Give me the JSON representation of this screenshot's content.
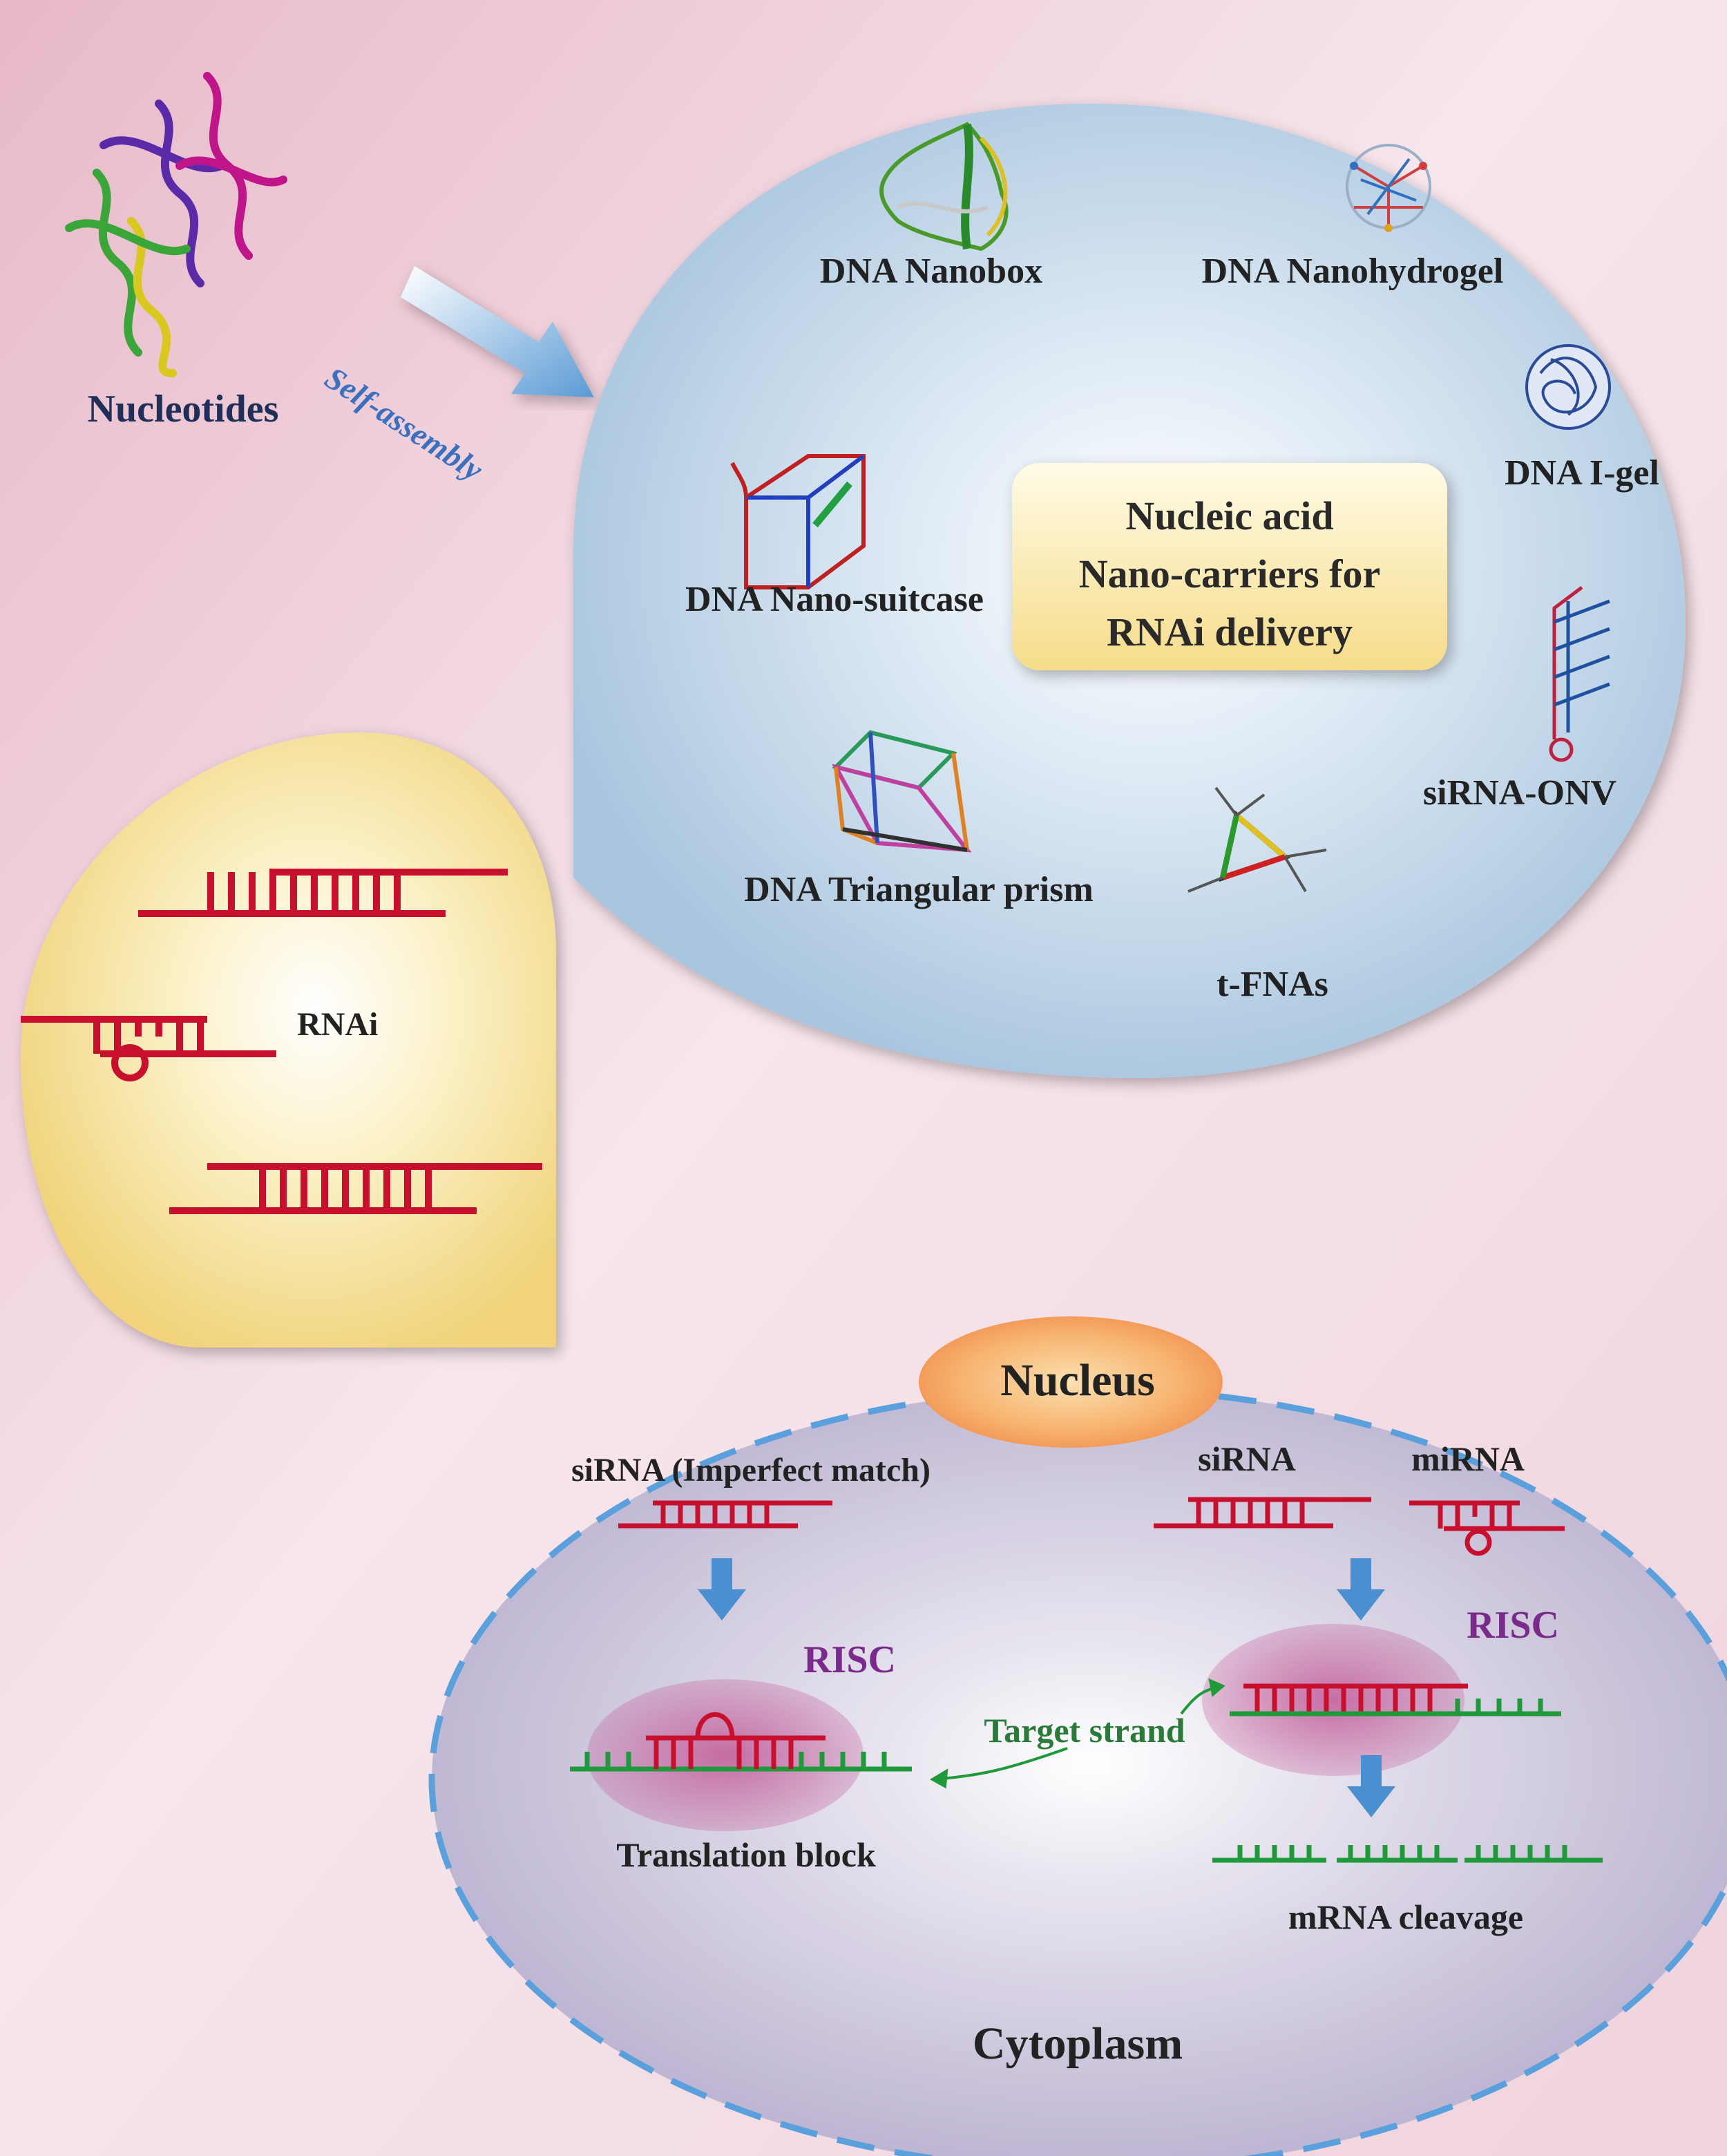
{
  "nucleotides": {
    "label": "Nucleotides"
  },
  "arrow": {
    "label": "Self-assembly"
  },
  "carriers": {
    "center_lines": [
      "Nucleic acid",
      "Nano-carriers for",
      "RNAi delivery"
    ],
    "items": {
      "nanobox": "DNA Nanobox",
      "nanohydrogel": "DNA Nanohydrogel",
      "igel": "DNA I-gel",
      "suitcase": "DNA Nano-suitcase",
      "onv": "siRNA-ONV",
      "prism": "DNA Triangular  prism",
      "tfna": "t-FNAs"
    }
  },
  "rnai": {
    "label": "RNAi"
  },
  "cell": {
    "nucleus": "Nucleus",
    "sirna_imperfect": "siRNA (Imperfect  match)",
    "sirna": "siRNA",
    "mirna": "miRNA",
    "risc_left": "RISC",
    "risc_right": "RISC",
    "target_strand": "Target  strand",
    "translation_block": "Translation  block",
    "mrna_cleavage": "mRNA cleavage",
    "cytoplasm": "Cytoplasm"
  },
  "colors": {
    "rna": "#c8102e",
    "target": "#1f9a3a",
    "risc": "#7a2a8a",
    "arrow_blue": "#4a90d0"
  }
}
